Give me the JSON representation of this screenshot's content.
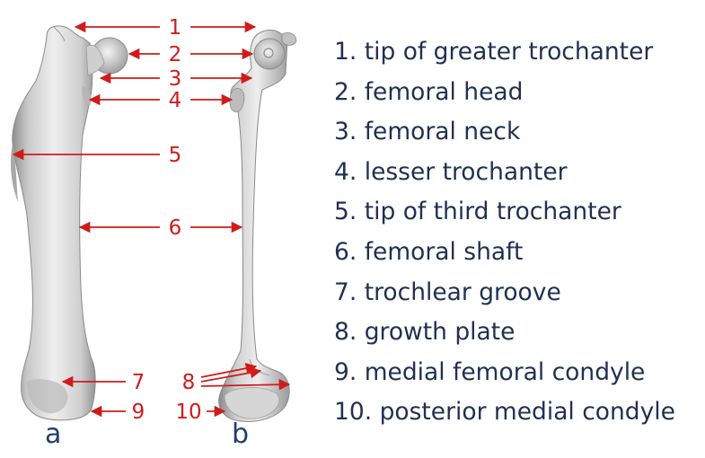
{
  "legend": [
    "1. tip of greater trochanter",
    "2. femoral head",
    "3. femoral neck",
    "4. lesser trochanter",
    "5. tip of third trochanter",
    "6. femoral shaft",
    "7. trochlear groove",
    "8. growth plate",
    "9. medial femoral condyle",
    "10. posterior medial condyle"
  ],
  "views": {
    "a": "a",
    "b": "b"
  },
  "callouts": {
    "n1": "1",
    "n2": "2",
    "n3": "3",
    "n4": "4",
    "n5": "5",
    "n6": "6",
    "n7": "7",
    "n8": "8",
    "n9": "9",
    "n10": "10"
  },
  "colors": {
    "annotation": "#d11b1b",
    "legend_text": "#1f3152",
    "view_label": "#1f3f70",
    "bone": "#c9c9c9"
  }
}
